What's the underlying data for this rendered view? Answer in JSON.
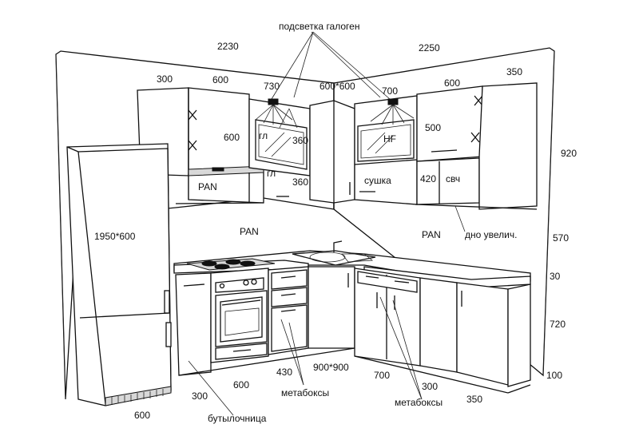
{
  "labels": {
    "halogen_light": "подсветка галоген",
    "dish_dryer": "сушка",
    "microwave": "свч",
    "enlarged_bottom": "дно увелич.",
    "bottle_holder": "бутылочница",
    "metaboxes_left": "метабоксы",
    "metaboxes_right": "метабоксы",
    "panel_left": "PAN",
    "panel_center": "PAN",
    "panel_right": "PAN",
    "hood_left": "гл",
    "hood_right": "HF",
    "hood_left_below": "гл",
    "fridge_size": "1950*600"
  },
  "dimensions": {
    "wall_left": "2230",
    "wall_right": "2250",
    "upper_300_left": "300",
    "upper_600_left": "600",
    "upper_730": "730",
    "corner_upper": "600*600",
    "upper_700": "700",
    "upper_600_right": "600",
    "upper_350": "350",
    "height_600": "600",
    "height_360_a": "360",
    "height_360_b": "360",
    "height_500": "500",
    "height_420": "420",
    "height_920": "920",
    "height_570": "570",
    "height_30": "30",
    "height_720": "720",
    "height_100": "100",
    "base_430": "430",
    "base_corner": "900*900",
    "base_700": "700",
    "base_300_right": "300",
    "base_350": "350",
    "base_300_left": "300",
    "base_600": "600",
    "fridge_width": "600"
  }
}
